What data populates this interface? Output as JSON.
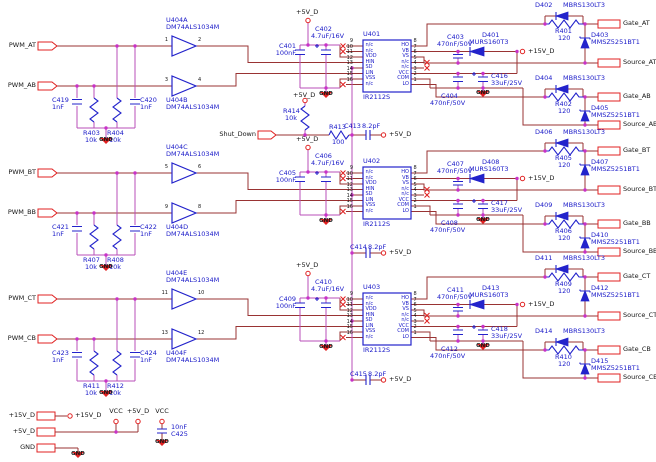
{
  "palette": {
    "wire": "#993333",
    "bus": "#B84FB8",
    "component": "#2323CB",
    "part_text": "#1818C8",
    "net_text": "#151515",
    "accent_red": "#E02020",
    "junction": "#C832C8",
    "background": "#FFFFFF"
  },
  "channels": [
    {
      "pwm_top": "PWM_AT",
      "pwm_bot": "PWM_AB",
      "filter": {
        "cap_l_ref": "C419",
        "cap_l_val": "1nF",
        "res_l_ref": "R403",
        "res_l_val": "10k",
        "res_r_ref": "R404",
        "res_r_val": "10k",
        "cap_r_ref": "C420",
        "cap_r_val": "1nF",
        "gnd": "GND"
      },
      "buf_top": {
        "ref": "U404A",
        "part": "DM74ALS1034M",
        "pin_in": "1",
        "pin_out": "2"
      },
      "buf_bot": {
        "ref": "U404B",
        "part": "DM74ALS1034M",
        "pin_in": "3",
        "pin_out": "4"
      },
      "driver": {
        "ref": "U401",
        "part": "IR2112S",
        "lpins": [
          {
            "num": "9",
            "name": "n/c"
          },
          {
            "num": "10",
            "name": "n/c"
          },
          {
            "num": "11",
            "name": "VDD"
          },
          {
            "num": "12",
            "name": "HIN"
          },
          {
            "num": "13",
            "name": "SD"
          },
          {
            "num": "14",
            "name": "LIN"
          },
          {
            "num": "15",
            "name": "VSS"
          },
          {
            "num": "16",
            "name": "n/c"
          }
        ],
        "rpins": [
          {
            "num": "8",
            "name": "HO"
          },
          {
            "num": "7",
            "name": "VB"
          },
          {
            "num": "6",
            "name": "VS"
          },
          {
            "num": "5",
            "name": "n/c"
          },
          {
            "num": "4",
            "name": "n/c"
          },
          {
            "num": "3",
            "name": "VCC"
          },
          {
            "num": "2",
            "name": "COM"
          },
          {
            "num": "1",
            "name": "LO"
          }
        ]
      },
      "decouple": {
        "rail": "+5V_D",
        "c1_ref": "C401",
        "c1_val": "100nF",
        "c2_ref": "C402",
        "c2_val": "4.7uF/16V",
        "gnd": "GND"
      },
      "bootstrap": {
        "c_top_ref": "C403",
        "c_top_val": "470nF/50V",
        "c_bot_ref": "C404",
        "c_bot_val": "470nF/50V",
        "d_ref": "D401",
        "d_part": "MURS160T3",
        "rail": "+15V_D",
        "bulk_ref": "C416",
        "bulk_val": "33uF/25V",
        "gnd": "GND"
      },
      "out_top": {
        "d_ref": "D402",
        "d_part": "MBRS130LT3",
        "r_ref": "R401",
        "r_val": "120",
        "z_ref": "D403",
        "z_part": "MMSZ5251BT1",
        "gate": "Gate_AT",
        "source": "Source_AT"
      },
      "out_bot": {
        "d_ref": "D404",
        "d_part": "MBRS130LT3",
        "r_ref": "R402",
        "r_val": "120",
        "z_ref": "D405",
        "z_part": "MMSZ5251BT1",
        "gate": "Gate_AB",
        "source": "Source_AB"
      }
    },
    {
      "pwm_top": "PWM_BT",
      "pwm_bot": "PWM_BB",
      "filter": {
        "cap_l_ref": "C421",
        "cap_l_val": "1nF",
        "res_l_ref": "R407",
        "res_l_val": "10k",
        "res_r_ref": "R408",
        "res_r_val": "10k",
        "cap_r_ref": "C422",
        "cap_r_val": "1nF",
        "gnd": "GND"
      },
      "buf_top": {
        "ref": "U404C",
        "part": "DM74ALS1034M",
        "pin_in": "5",
        "pin_out": "6"
      },
      "buf_bot": {
        "ref": "U404D",
        "part": "DM74ALS1034M",
        "pin_in": "9",
        "pin_out": "8"
      },
      "driver": {
        "ref": "U402",
        "part": "IR2112S",
        "lpins": [
          {
            "num": "9",
            "name": "n/c"
          },
          {
            "num": "10",
            "name": "n/c"
          },
          {
            "num": "11",
            "name": "VDD"
          },
          {
            "num": "12",
            "name": "HIN"
          },
          {
            "num": "13",
            "name": "SD"
          },
          {
            "num": "14",
            "name": "LIN"
          },
          {
            "num": "15",
            "name": "VSS"
          },
          {
            "num": "16",
            "name": "n/c"
          }
        ],
        "rpins": [
          {
            "num": "8",
            "name": "HO"
          },
          {
            "num": "7",
            "name": "VB"
          },
          {
            "num": "6",
            "name": "VS"
          },
          {
            "num": "5",
            "name": "n/c"
          },
          {
            "num": "4",
            "name": "n/c"
          },
          {
            "num": "3",
            "name": "VCC"
          },
          {
            "num": "2",
            "name": "COM"
          },
          {
            "num": "1",
            "name": "LO"
          }
        ]
      },
      "decouple": {
        "rail": "+5V_D",
        "c1_ref": "C405",
        "c1_val": "100nF",
        "c2_ref": "C406",
        "c2_val": "4.7uF/16V",
        "gnd": "GND"
      },
      "bootstrap": {
        "c_top_ref": "C407",
        "c_top_val": "470nF/50V",
        "c_bot_ref": "C408",
        "c_bot_val": "470nF/50V",
        "d_ref": "D408",
        "d_part": "MURS160T3",
        "rail": "+15V_D",
        "bulk_ref": "C417",
        "bulk_val": "33uF/25V",
        "gnd": "GND"
      },
      "out_top": {
        "d_ref": "D406",
        "d_part": "MBRS130LT3",
        "r_ref": "R405",
        "r_val": "120",
        "z_ref": "D407",
        "z_part": "MMSZ5251BT1",
        "gate": "Gate_BT",
        "source": "Source_BT"
      },
      "out_bot": {
        "d_ref": "D409",
        "d_part": "MBRS130LT3",
        "r_ref": "R406",
        "r_val": "120",
        "z_ref": "D410",
        "z_part": "MMSZ5251BT1",
        "gate": "Gate_BB",
        "source": "Source_BB"
      }
    },
    {
      "pwm_top": "PWM_CT",
      "pwm_bot": "PWM_CB",
      "filter": {
        "cap_l_ref": "C423",
        "cap_l_val": "1nF",
        "res_l_ref": "R411",
        "res_l_val": "10k",
        "res_r_ref": "R412",
        "res_r_val": "10k",
        "cap_r_ref": "C424",
        "cap_r_val": "1nF",
        "gnd": "GND"
      },
      "buf_top": {
        "ref": "U404E",
        "part": "DM74ALS1034M",
        "pin_in": "11",
        "pin_out": "10"
      },
      "buf_bot": {
        "ref": "U404F",
        "part": "DM74ALS1034M",
        "pin_in": "13",
        "pin_out": "12"
      },
      "driver": {
        "ref": "U403",
        "part": "IR2112S",
        "lpins": [
          {
            "num": "9",
            "name": "n/c"
          },
          {
            "num": "10",
            "name": "n/c"
          },
          {
            "num": "11",
            "name": "VDD"
          },
          {
            "num": "12",
            "name": "HIN"
          },
          {
            "num": "13",
            "name": "SD"
          },
          {
            "num": "14",
            "name": "LIN"
          },
          {
            "num": "15",
            "name": "VSS"
          },
          {
            "num": "16",
            "name": "n/c"
          }
        ],
        "rpins": [
          {
            "num": "8",
            "name": "HO"
          },
          {
            "num": "7",
            "name": "VB"
          },
          {
            "num": "6",
            "name": "VS"
          },
          {
            "num": "5",
            "name": "n/c"
          },
          {
            "num": "4",
            "name": "n/c"
          },
          {
            "num": "3",
            "name": "VCC"
          },
          {
            "num": "2",
            "name": "COM"
          },
          {
            "num": "1",
            "name": "LO"
          }
        ]
      },
      "decouple": {
        "rail": "+5V_D",
        "c1_ref": "C409",
        "c1_val": "100nF",
        "c2_ref": "C410",
        "c2_val": "4.7uF/16V",
        "gnd": "GND"
      },
      "bootstrap": {
        "c_top_ref": "C411",
        "c_top_val": "470nF/50V",
        "c_bot_ref": "C412",
        "c_bot_val": "470nF/50V",
        "d_ref": "D413",
        "d_part": "MURS160T3",
        "rail": "+15V_D",
        "bulk_ref": "C418",
        "bulk_val": "33uF/25V",
        "gnd": "GND"
      },
      "out_top": {
        "d_ref": "D411",
        "d_part": "MBRS130LT3",
        "r_ref": "R409",
        "r_val": "120",
        "z_ref": "D412",
        "z_part": "MMSZ5251BT1",
        "gate": "Gate_CT",
        "source": "Source_CT"
      },
      "out_bot": {
        "d_ref": "D414",
        "d_part": "MBRS130LT3",
        "r_ref": "R410",
        "r_val": "120",
        "z_ref": "D415",
        "z_part": "MMSZ5251BT1",
        "gate": "Gate_CB",
        "source": "Source_CB"
      }
    }
  ],
  "shutdown": {
    "conn": "Shut_Down",
    "pullup_ref": "R414",
    "pullup_val": "10k",
    "pullup_rail": "+5V_D",
    "series_ref": "R413",
    "series_val": "100",
    "caps": [
      {
        "ref": "C413",
        "val": "8.2pF",
        "rail": "+5V_D"
      },
      {
        "ref": "C414",
        "val": "8.2pF",
        "rail": "+5V_D"
      },
      {
        "ref": "C415",
        "val": "8.2pF",
        "rail": "+5V_D"
      }
    ]
  },
  "power": {
    "conn_15": "+15V_D",
    "conn_5": "+5V_D",
    "conn_gnd": "GND",
    "node_15": "+15V_D",
    "vcc_a": "VCC",
    "node_5": "+5V_D",
    "vcc_b": "VCC",
    "cap_ref": "C425",
    "cap_val": "10nF",
    "gnd_a": "GND",
    "gnd_b": "GND"
  }
}
